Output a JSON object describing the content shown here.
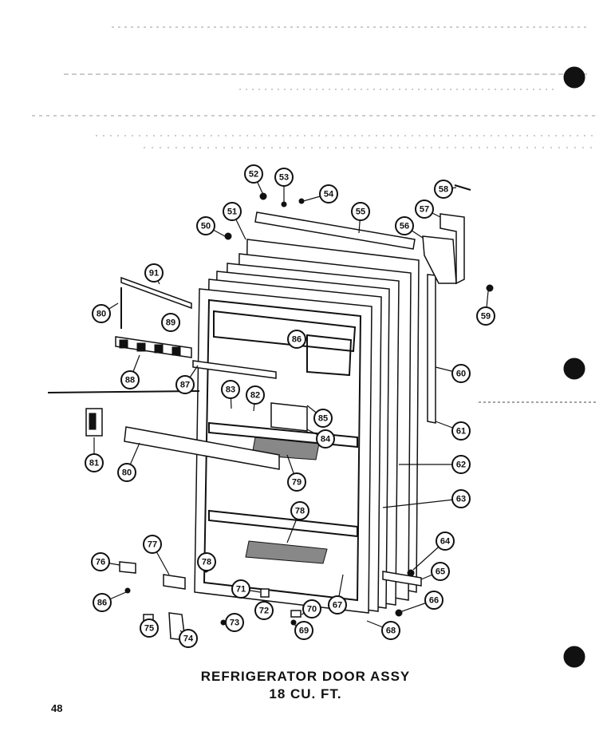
{
  "title": {
    "line1": "REFRIGERATOR  DOOR  ASSY",
    "line2": "18 CU. FT."
  },
  "page_number": "48",
  "colors": {
    "ink": "#111111",
    "paper": "#ffffff"
  },
  "callouts": [
    {
      "id": "c50",
      "label": "50"
    },
    {
      "id": "c51",
      "label": "51"
    },
    {
      "id": "c52",
      "label": "52"
    },
    {
      "id": "c53",
      "label": "53"
    },
    {
      "id": "c54",
      "label": "54"
    },
    {
      "id": "c55",
      "label": "55"
    },
    {
      "id": "c56",
      "label": "56"
    },
    {
      "id": "c57",
      "label": "57"
    },
    {
      "id": "c58",
      "label": "58"
    },
    {
      "id": "c59",
      "label": "59"
    },
    {
      "id": "c60r",
      "label": "60"
    },
    {
      "id": "c61",
      "label": "61"
    },
    {
      "id": "c62",
      "label": "62"
    },
    {
      "id": "c63",
      "label": "63"
    },
    {
      "id": "c64",
      "label": "64"
    },
    {
      "id": "c65",
      "label": "65"
    },
    {
      "id": "c66r",
      "label": "66"
    },
    {
      "id": "c67",
      "label": "67"
    },
    {
      "id": "c68",
      "label": "68"
    },
    {
      "id": "c69b",
      "label": "69"
    },
    {
      "id": "c70",
      "label": "70"
    },
    {
      "id": "c71",
      "label": "71"
    },
    {
      "id": "c72",
      "label": "72"
    },
    {
      "id": "c73",
      "label": "73"
    },
    {
      "id": "c74",
      "label": "74"
    },
    {
      "id": "c75",
      "label": "75"
    },
    {
      "id": "c76",
      "label": "76"
    },
    {
      "id": "c77",
      "label": "77"
    },
    {
      "id": "c78",
      "label": "78"
    },
    {
      "id": "c79",
      "label": "79"
    },
    {
      "id": "c80b",
      "label": "80"
    },
    {
      "id": "c81",
      "label": "81"
    },
    {
      "id": "c82",
      "label": "82"
    },
    {
      "id": "c83",
      "label": "83"
    },
    {
      "id": "c84",
      "label": "84"
    },
    {
      "id": "c85",
      "label": "85"
    },
    {
      "id": "c86m",
      "label": "86"
    },
    {
      "id": "c87",
      "label": "87"
    },
    {
      "id": "c88",
      "label": "88"
    },
    {
      "id": "c89",
      "label": "89"
    },
    {
      "id": "c80t",
      "label": "80"
    },
    {
      "id": "c91",
      "label": "91"
    },
    {
      "id": "c76b",
      "label": "78"
    },
    {
      "id": "c86b",
      "label": "86"
    }
  ]
}
